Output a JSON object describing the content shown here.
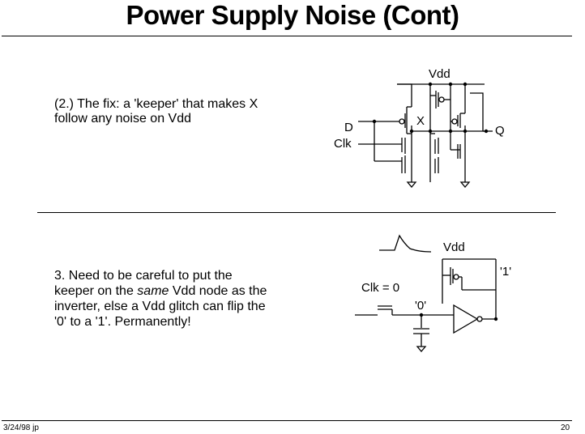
{
  "title": "Power Supply Noise (Cont)",
  "section1": {
    "lines": [
      "(2.) The fix:  a 'keeper' that makes X",
      "follow any noise on Vdd"
    ]
  },
  "circuit1": {
    "vdd": "Vdd",
    "x": "X",
    "d": "D",
    "clk": "Clk",
    "q": "Q"
  },
  "section2": {
    "line1": "3.  Need to be careful to put the",
    "line2_pre": "keeper on the ",
    "line2_em": "same",
    "line2_post": " Vdd node as the",
    "line3": "inverter, else a Vdd glitch can flip the",
    "line4": "'0' to a '1'.  Permanently!"
  },
  "circuit2": {
    "vdd": "Vdd",
    "clk": "Clk = 0",
    "one": "'1'",
    "zero": "'0'"
  },
  "footer": {
    "date": "3/24/98  jp",
    "page": "20"
  }
}
